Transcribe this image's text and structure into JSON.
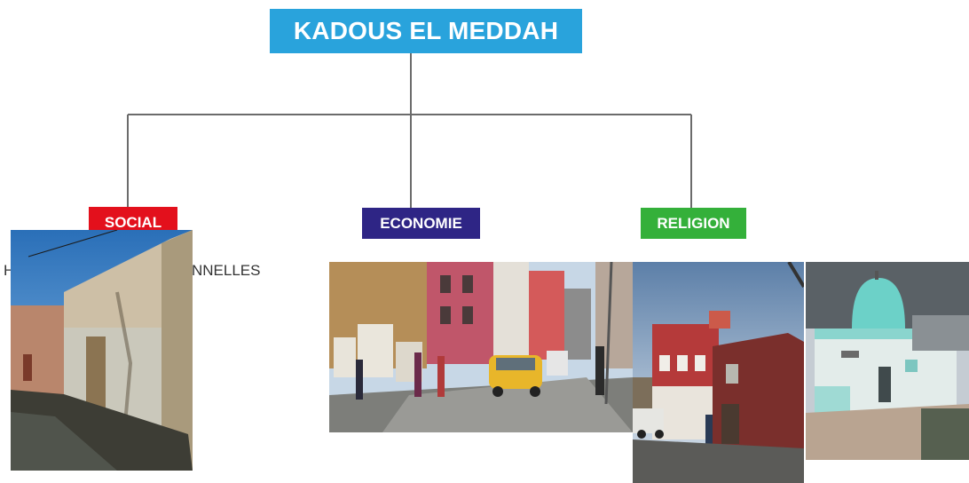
{
  "root": {
    "title": "KADOUS EL MEDDAH",
    "color": "#29a3dc"
  },
  "branches": [
    {
      "label": "SOCIAL",
      "color": "#e3101c"
    },
    {
      "label": "ECONOMIE",
      "color": "#2e2585"
    },
    {
      "label": "RELIGION",
      "color": "#34b03a"
    }
  ],
  "captions": {
    "social_left": "H",
    "social_right": "NNELLES"
  }
}
